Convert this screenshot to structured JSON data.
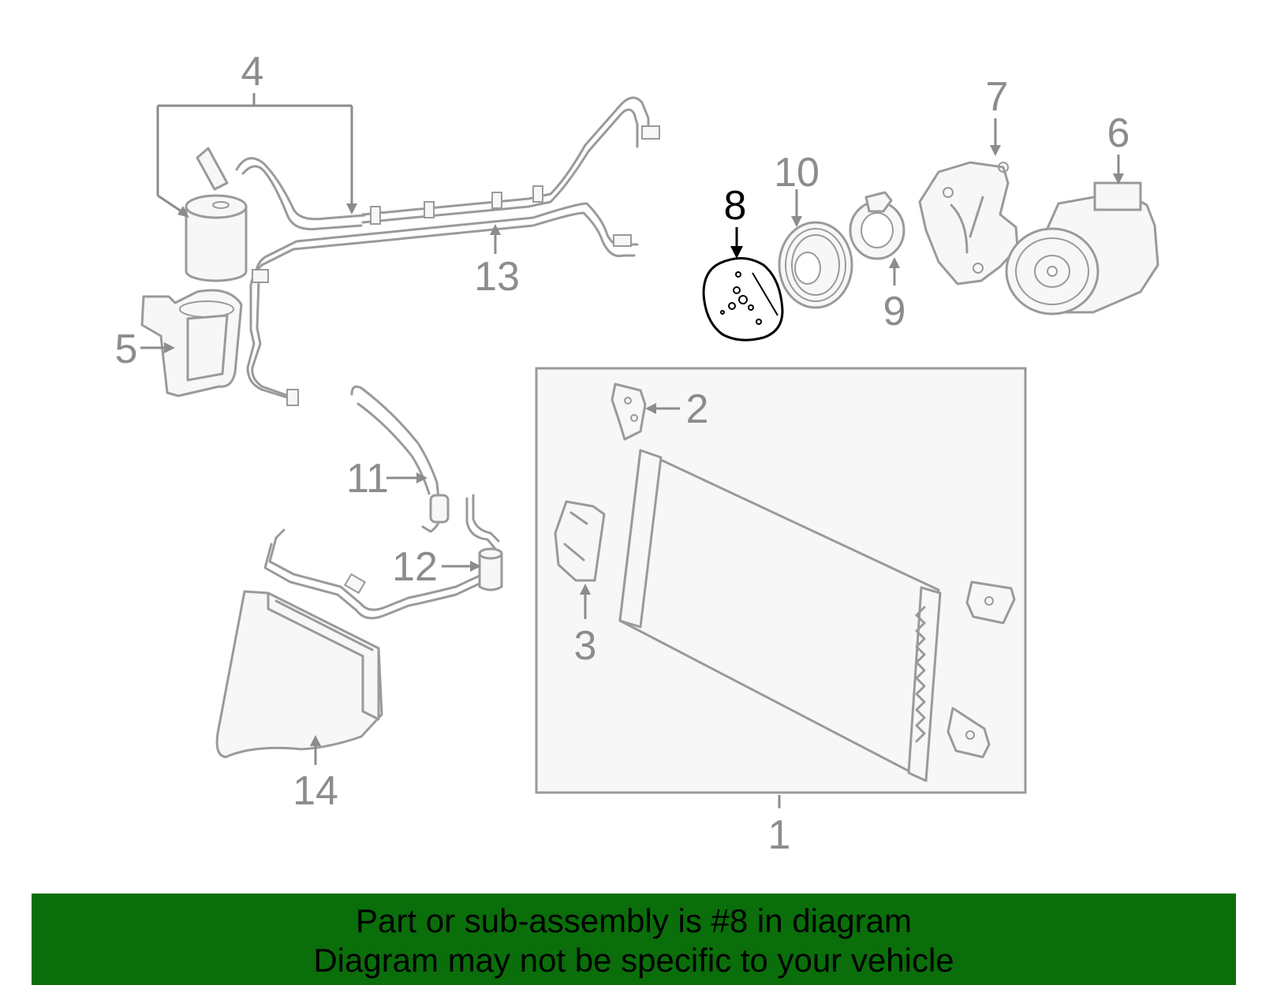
{
  "callouts": {
    "c1": "1",
    "c2": "2",
    "c3": "3",
    "c4": "4",
    "c5": "5",
    "c6": "6",
    "c7": "7",
    "c8": "8",
    "c9": "9",
    "c10": "10",
    "c11": "11",
    "c12": "12",
    "c13": "13",
    "c14": "14"
  },
  "highlighted_part": "8",
  "colors": {
    "line_art": "#9a9a9a",
    "highlight": "#000000",
    "banner_background": "#0a6e0a",
    "banner_text": "#000000"
  },
  "banner": {
    "line1": "Part or sub-assembly is #8 in diagram",
    "line2": "Diagram may not be specific to your vehicle"
  }
}
